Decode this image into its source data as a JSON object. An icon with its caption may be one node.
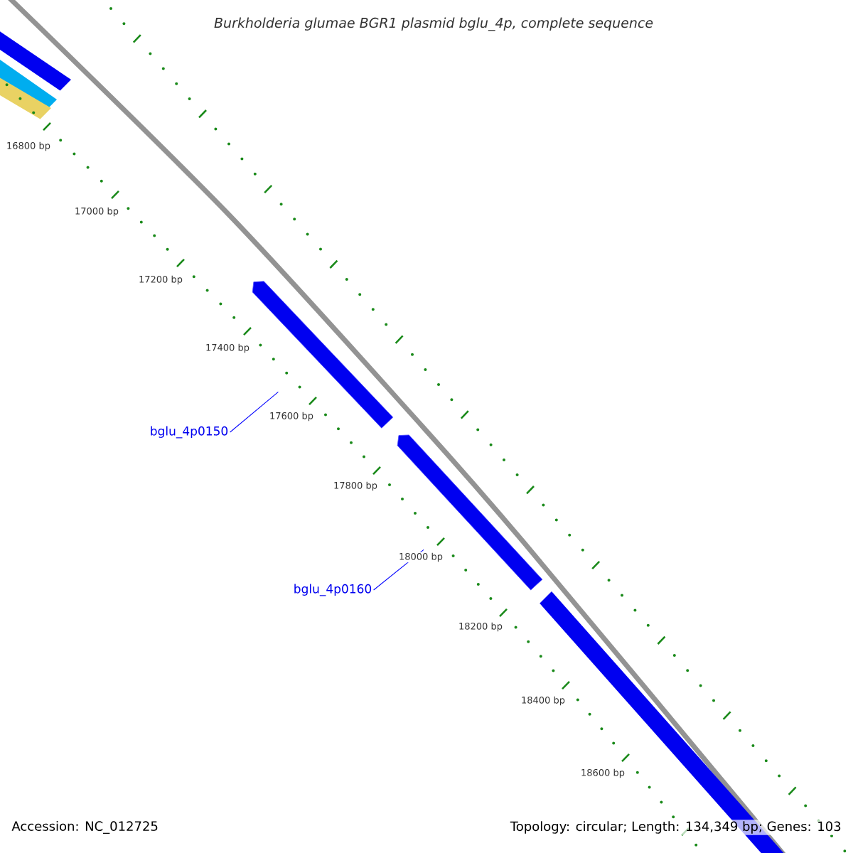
{
  "diagram": {
    "title": "Burkholderia glumae BGR1 plasmid bglu_4p, complete sequence",
    "nodes": [
      {
        "text": [
          "bglu_4p0150"
        ]
      },
      {
        "text": [],
        "shape": "arrow"
      },
      {
        "text": [
          "bglu_4p0160"
        ]
      },
      {
        "text": [],
        "shape": "arrow"
      }
    ],
    "edges": [
      {
        "from": 0,
        "to": 1,
        "arrow": "none"
      },
      {
        "from": 2,
        "to": 3,
        "arrow": "none"
      }
    ],
    "labels": [
      "16800 bp",
      "17000 bp",
      "17200 bp",
      "17400 bp",
      "17600 bp",
      "17800 bp",
      "18000 bp",
      "18200 bp",
      "18400 bp",
      "18600 bp",
      "Accession: NC_012725",
      "Topology: circular; Length: 134,349 bp; Genes: 103"
    ]
  }
}
